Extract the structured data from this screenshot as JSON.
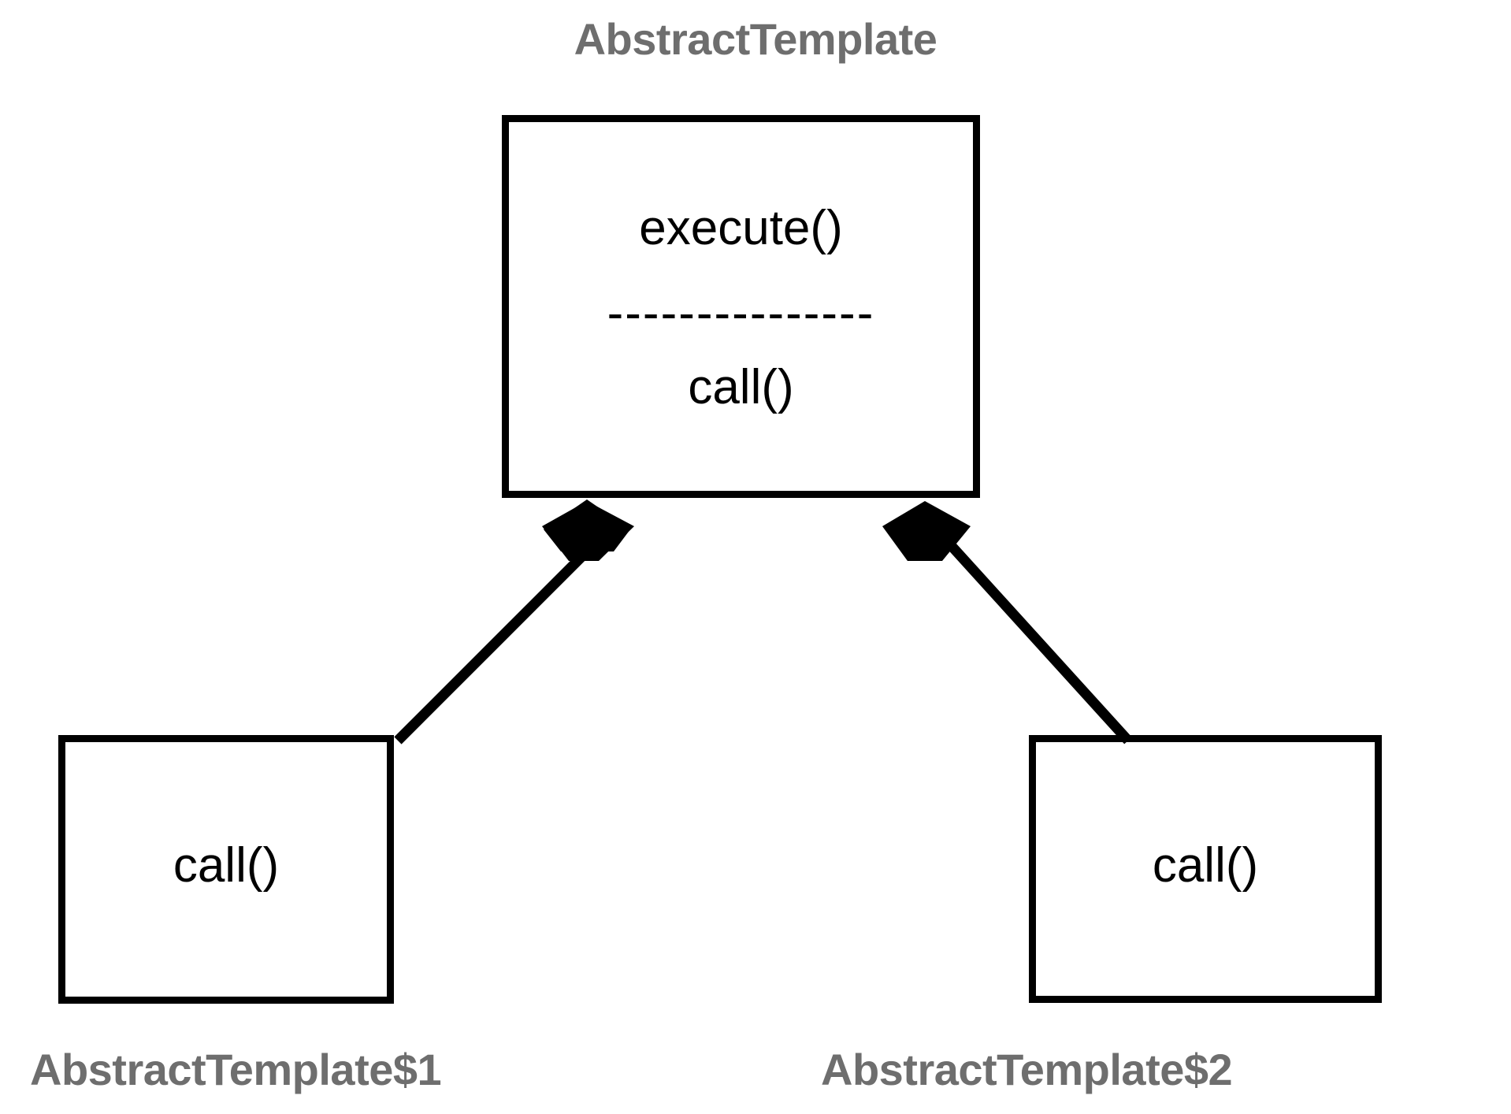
{
  "diagram": {
    "type": "uml-class-diagram",
    "title": "AbstractTemplate",
    "background_color": "#ffffff",
    "label_color": "#6e6e6e",
    "stroke_color": "#000000",
    "classes": [
      {
        "id": "abstract-template",
        "name": "AbstractTemplate",
        "label_position": "above",
        "members_top": [
          "execute()"
        ],
        "separator": "---------------",
        "members_bottom": [
          "call()"
        ]
      },
      {
        "id": "abstract-template-1",
        "name": "AbstractTemplate$1",
        "label_position": "below",
        "members_top": [
          "call()"
        ],
        "separator": "",
        "members_bottom": []
      },
      {
        "id": "abstract-template-2",
        "name": "AbstractTemplate$2",
        "label_position": "below",
        "members_top": [
          "call()"
        ],
        "separator": "",
        "members_bottom": []
      }
    ],
    "relations": [
      {
        "kind": "generalization",
        "from": "AbstractTemplate$1",
        "to": "AbstractTemplate",
        "arrowhead": "solid-triangle"
      },
      {
        "kind": "generalization",
        "from": "AbstractTemplate$2",
        "to": "AbstractTemplate",
        "arrowhead": "solid-triangle"
      }
    ]
  }
}
